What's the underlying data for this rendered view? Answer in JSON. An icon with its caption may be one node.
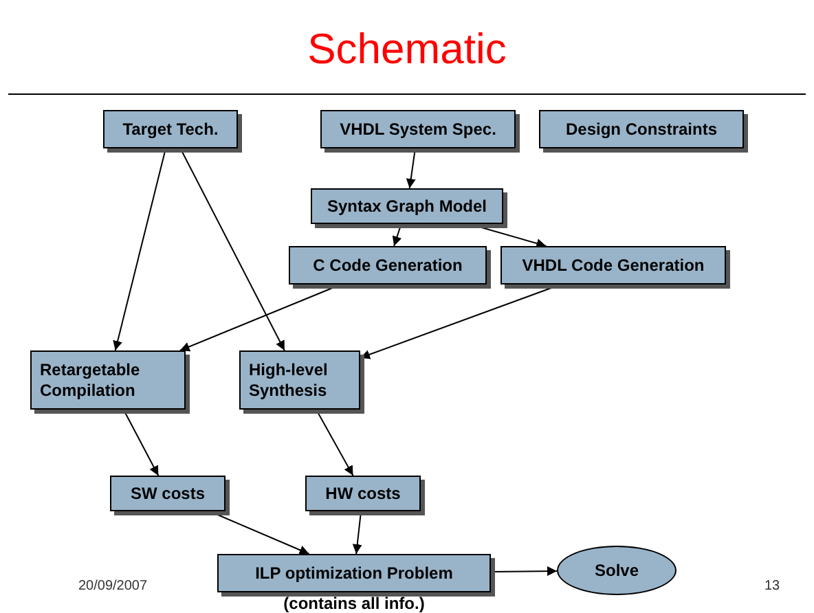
{
  "diagram": {
    "title": "Schematic",
    "nodes": [
      {
        "text": [
          "Target Tech."
        ]
      },
      {
        "text": [
          "VHDL System Spec."
        ]
      },
      {
        "text": [
          "Design Constraints"
        ]
      },
      {
        "text": [
          "Syntax Graph Model"
        ]
      },
      {
        "text": [
          "C Code Generation"
        ]
      },
      {
        "text": [
          "VHDL Code Generation"
        ]
      },
      {
        "text": [
          "Retargetable Compilation"
        ]
      },
      {
        "text": [
          "High-level Synthesis"
        ]
      },
      {
        "text": [
          "SW costs"
        ]
      },
      {
        "text": [
          "HW costs"
        ]
      },
      {
        "text": [
          "ILP optimization Problem"
        ],
        "beside": [
          "(contains all info.)"
        ]
      },
      {
        "text": [
          "Solve"
        ]
      }
    ],
    "edges": [
      {
        "from": 1,
        "to": 3,
        "arrow": "to"
      },
      {
        "from": 3,
        "to": 4,
        "arrow": "to"
      },
      {
        "from": 3,
        "to": 5,
        "arrow": "to"
      },
      {
        "from": 0,
        "to": 6,
        "arrow": "to"
      },
      {
        "from": 0,
        "to": 7,
        "arrow": "to"
      },
      {
        "from": 4,
        "to": 6,
        "arrow": "to"
      },
      {
        "from": 5,
        "to": 7,
        "arrow": "to"
      },
      {
        "from": 6,
        "to": 8,
        "arrow": "to"
      },
      {
        "from": 7,
        "to": 9,
        "arrow": "to"
      },
      {
        "from": 8,
        "to": 10,
        "arrow": "to"
      },
      {
        "from": 9,
        "to": 10,
        "arrow": "to"
      },
      {
        "from": 10,
        "to": 11,
        "arrow": "to"
      }
    ],
    "labels": [
      "20/09/2007",
      "13"
    ]
  }
}
